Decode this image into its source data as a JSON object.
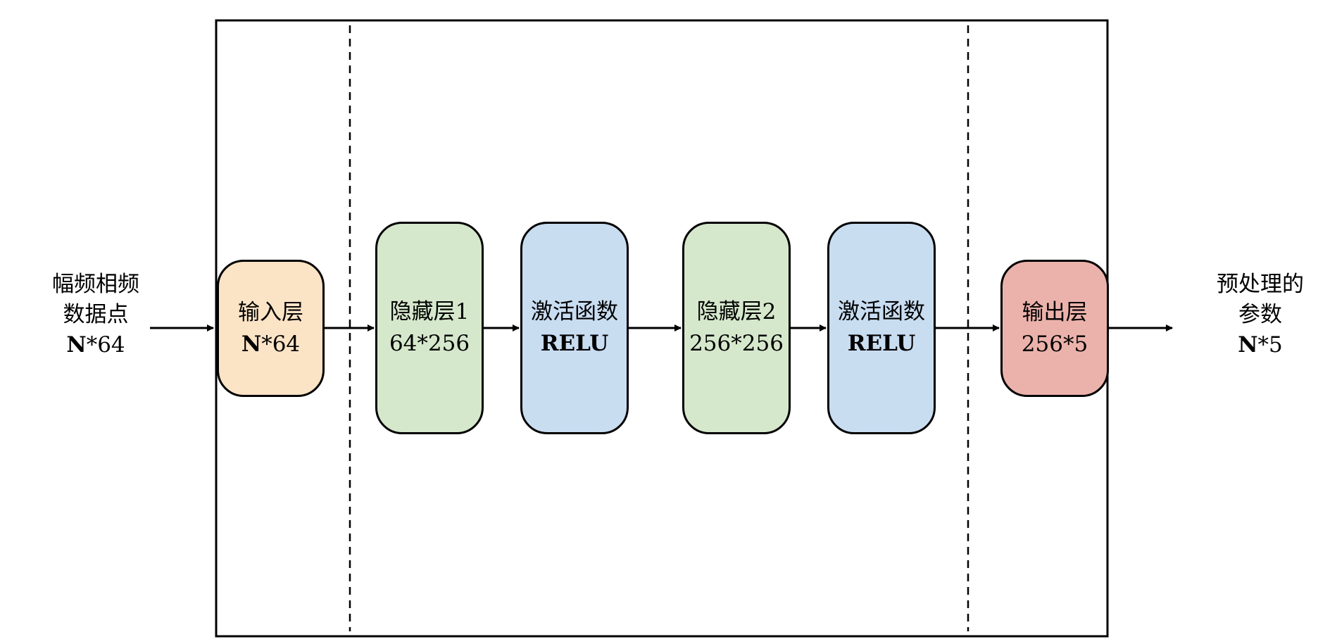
{
  "input": {
    "line1": "幅频相频",
    "line2": "数据点",
    "dim_bold": "N",
    "dim_rest": "*64"
  },
  "output": {
    "line1": "预处理的",
    "line2": "参数",
    "dim_bold": "N",
    "dim_rest": "*5"
  },
  "blocks": [
    {
      "title": "输入层",
      "sub_bold": "N",
      "sub_rest": "*64",
      "color": "#fbe3c6"
    },
    {
      "title": "隐藏层1",
      "sub_bold": "",
      "sub_rest": "64*256",
      "color": "#d6e8cc"
    },
    {
      "title": "激活函数",
      "sub_bold": "RELU",
      "sub_rest": "",
      "color": "#c9ddf1"
    },
    {
      "title": "隐藏层2",
      "sub_bold": "",
      "sub_rest": "256*256",
      "color": "#d6e8cc"
    },
    {
      "title": "激活函数",
      "sub_bold": "RELU",
      "sub_rest": "",
      "color": "#c9ddf1"
    },
    {
      "title": "输出层",
      "sub_bold": "",
      "sub_rest": "256*5",
      "color": "#ebb2ab"
    }
  ]
}
